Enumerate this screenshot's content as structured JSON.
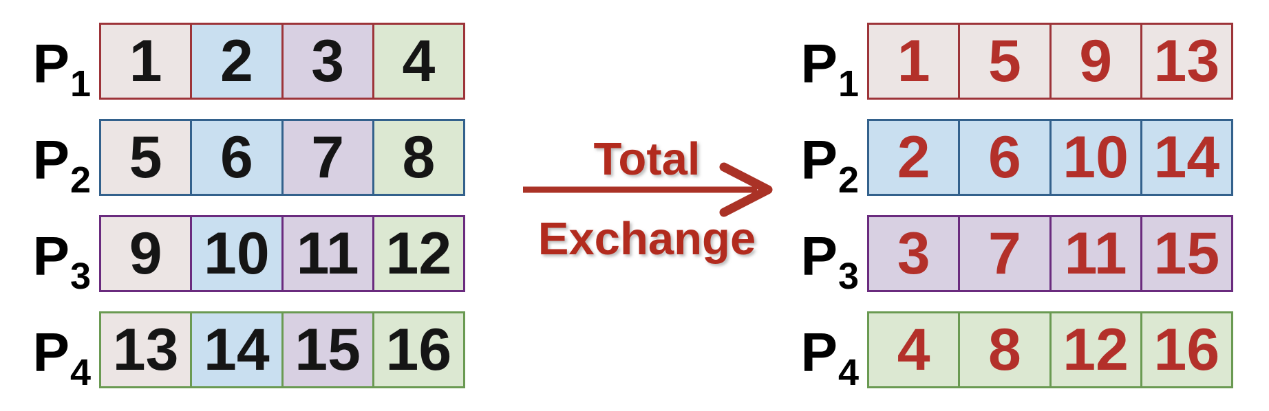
{
  "diagram_title": "Total Exchange",
  "middle": {
    "label_line1": "Total",
    "label_line2": "Exchange",
    "arrow_icon": "right-arrow"
  },
  "left_group": {
    "fill_mode": "by-column",
    "rows": [
      {
        "label": "P",
        "subscript": "1",
        "cells": [
          "1",
          "2",
          "3",
          "4"
        ]
      },
      {
        "label": "P",
        "subscript": "2",
        "cells": [
          "5",
          "6",
          "7",
          "8"
        ]
      },
      {
        "label": "P",
        "subscript": "3",
        "cells": [
          "9",
          "10",
          "11",
          "12"
        ]
      },
      {
        "label": "P",
        "subscript": "4",
        "cells": [
          "13",
          "14",
          "15",
          "16"
        ]
      }
    ]
  },
  "right_group": {
    "fill_mode": "by-row",
    "rows": [
      {
        "label": "P",
        "subscript": "1",
        "cells": [
          "1",
          "5",
          "9",
          "13"
        ]
      },
      {
        "label": "P",
        "subscript": "2",
        "cells": [
          "2",
          "6",
          "10",
          "14"
        ]
      },
      {
        "label": "P",
        "subscript": "3",
        "cells": [
          "3",
          "7",
          "11",
          "15"
        ]
      },
      {
        "label": "P",
        "subscript": "4",
        "cells": [
          "4",
          "8",
          "12",
          "16"
        ]
      }
    ]
  },
  "colors": {
    "row_border": [
      "#9d3439",
      "#33618c",
      "#6a2b7e",
      "#6a9a52"
    ],
    "cell_fill": [
      "#ece5e4",
      "#c9dff0",
      "#d8d0e2",
      "#dce8d2"
    ],
    "left_number": "#151515",
    "right_number": "#b3302a",
    "label_text": "#000000",
    "heading_red": "#b22b1e",
    "arrow_red": "#aa3226",
    "background": "#ffffff"
  }
}
